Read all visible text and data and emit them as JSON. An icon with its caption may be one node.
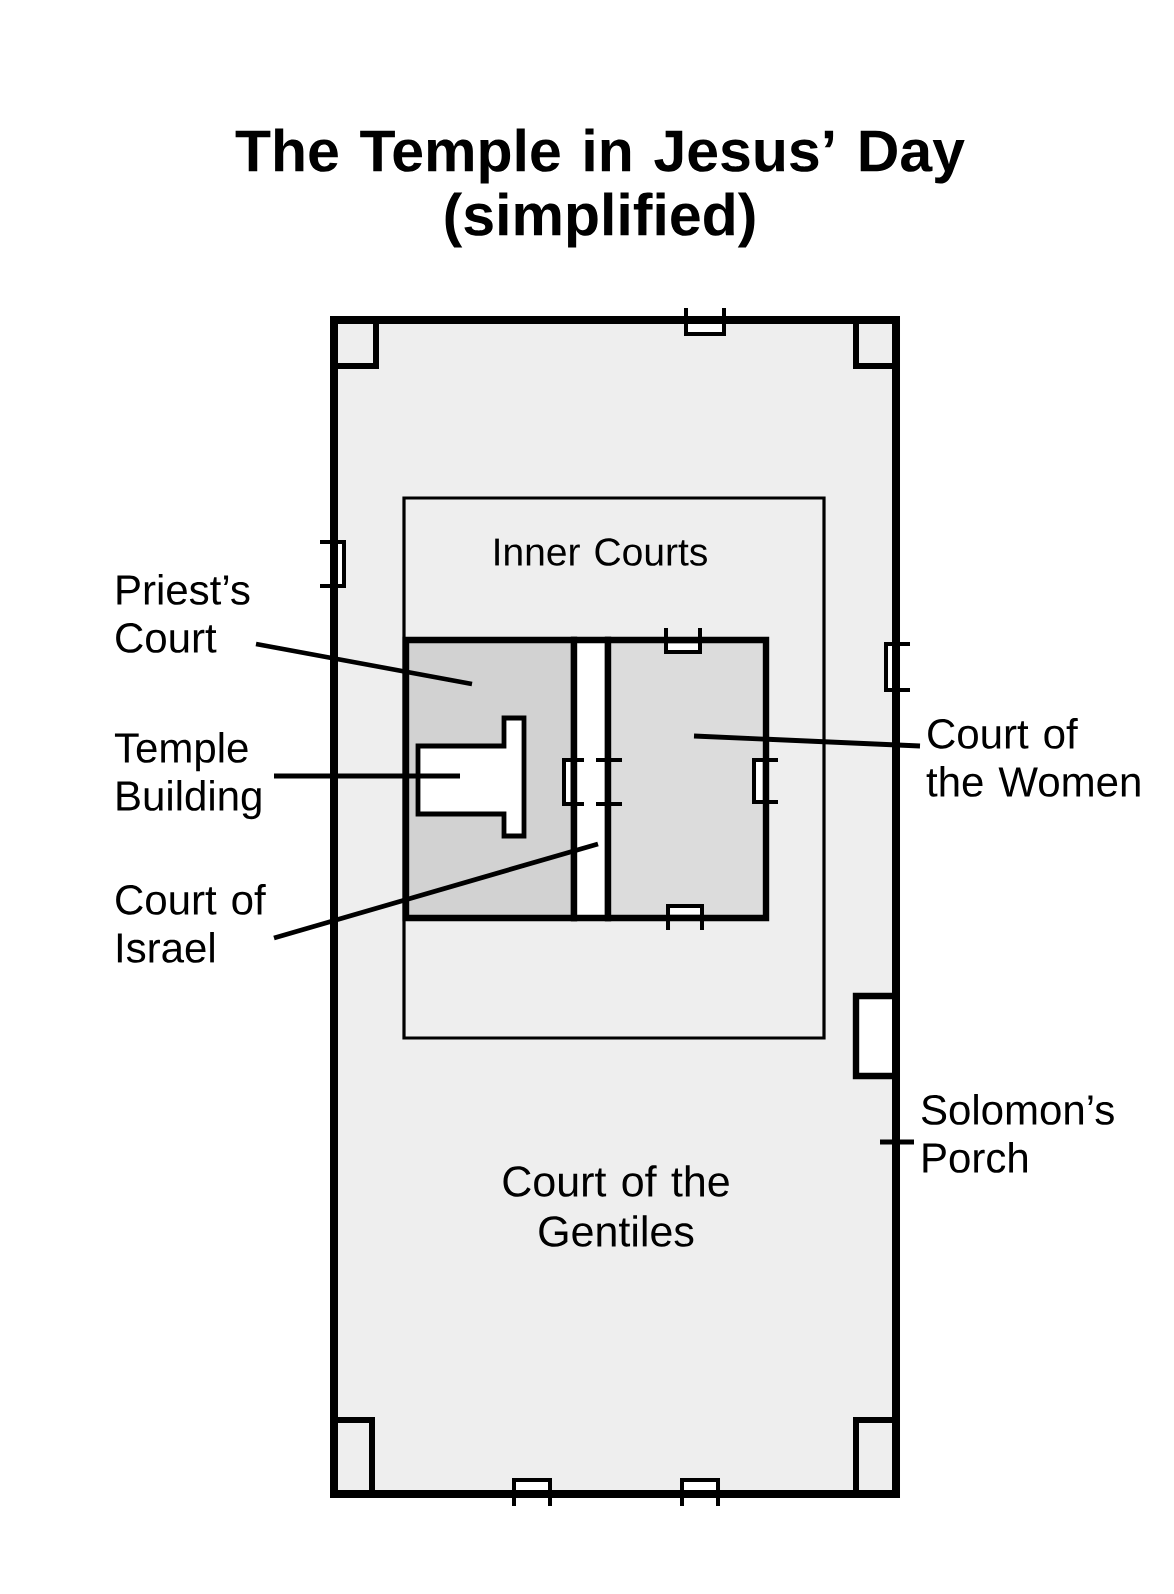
{
  "diagram": {
    "title": "The Temple in Jesus’ Day (simplified)",
    "nodes": [
      {
        "text": [
          "Court of the Gentiles"
        ]
      },
      {
        "text": [
          "Inner Courts"
        ],
        "in": 0
      },
      {
        "text": [],
        "shape": "box",
        "in": 1
      },
      {
        "text": [],
        "shape": "box",
        "in": 2
      },
      {
        "text": [],
        "shape": "box",
        "in": 1
      },
      {
        "text": [],
        "shape": "box",
        "in": 1
      },
      {
        "text": [
          "Priest’s Court"
        ]
      },
      {
        "text": [
          "Temple Building"
        ]
      },
      {
        "text": [
          "Court of Israel"
        ]
      },
      {
        "text": [
          "Court of the Women"
        ]
      },
      {
        "text": [
          "Solomon’s Porch"
        ]
      }
    ],
    "edges": [
      {
        "from": 6,
        "to": 2,
        "arrow": "none"
      },
      {
        "from": 7,
        "to": 3,
        "arrow": "none"
      },
      {
        "from": 8,
        "to": 4,
        "arrow": "none"
      },
      {
        "from": 9,
        "to": 5,
        "arrow": "none"
      },
      {
        "from": 10,
        "to": 0,
        "arrow": "none"
      }
    ]
  }
}
